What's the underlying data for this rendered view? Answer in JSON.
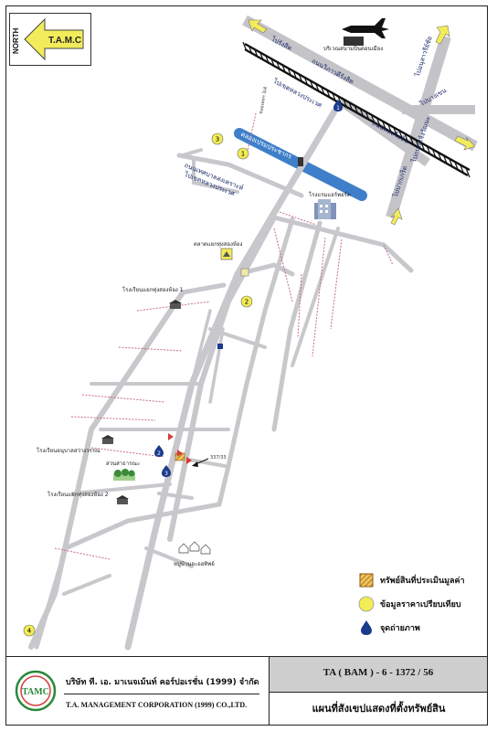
{
  "north": {
    "label": "NORTH",
    "arrow_text": "T.A.M.C"
  },
  "map": {
    "rail_label_top": "ไปรังสิต",
    "rail_label_2": "ไปกรุงเทพฯ",
    "rail_label_3": "ไปเขตหลวงประเวศ",
    "airport_label": "บริเวณสนามบินดอนเมือง",
    "road_main_label": "ถนนวิภาวดีรังสิต",
    "road_paholyothin_label": "ถนนพหลโยธิน",
    "road_lamlukka_label": "ไปอนุสาวรีย์ชัย",
    "road_nakhon": "ไปบางเขน",
    "road_to_pakkret": "ไปปากเกร็ด",
    "road_to_jaengwattana": "ไปถนนแจ้งวัฒนะ",
    "canal_label": "คลองเปรมประชากร",
    "road_left_label": "ถนนเทศบาลสงเคราะห์",
    "road_left_label2": "ไปเขตหลวงประเวศ",
    "soi_label": "ซอยเทพฯ 3/4",
    "hotel_label": "โรงแรมแอร์พอร์ต",
    "market_label": "ตลาดแยกทุ่งสองห้อง",
    "school1_label": "โรงเรียนแยกทุ่งสองห้อง 1",
    "school2_label": "โรงเรียนอนุบาลสว่างวรรณ",
    "park_label": "สวนสาธารณะ",
    "school3_label": "โรงเรียนแยกทุ่งสองห้อง 2",
    "village_label": "หมู่บ้านละออทิพย์",
    "site_no": "337/33",
    "markers": [
      "1",
      "2",
      "3",
      "4"
    ],
    "photo_points": [
      "1",
      "2",
      "3"
    ]
  },
  "legend": {
    "items": [
      {
        "text": "ทรัพย์สินที่ประเมินมูลค่า",
        "symbol": "hatched-square-icon"
      },
      {
        "text": "ข้อมูลราคาเปรียบเทียบ",
        "symbol": "yellow-circle-icon"
      },
      {
        "text": "จุดถ่ายภาพ",
        "symbol": "blue-drop-icon"
      }
    ]
  },
  "footer": {
    "company_th": "บริษัท ที. เอ. มาเนจเม้นท์ คอร์ปอเรชั่น (1999) จำกัด",
    "company_en": "T.A. MANAGEMENT CORPORATION (1999) CO.,LTD.",
    "logo_text": "TAMC",
    "code": "TA ( BAM ) - 6  - 1372 / 56",
    "title": "แผนที่สังเขปแสดงที่ตั้งทรัพย์สิน"
  },
  "colors": {
    "road": "#c8c8cc",
    "road_edge": "#aaaaae",
    "canal": "#3f7fc9",
    "rail": "#111111",
    "arrow_fill": "#f3ec5a",
    "yellow_marker": "#f2ec56",
    "photo_blue": "#1a3b8c",
    "soi_dash": "#c86a8a"
  }
}
